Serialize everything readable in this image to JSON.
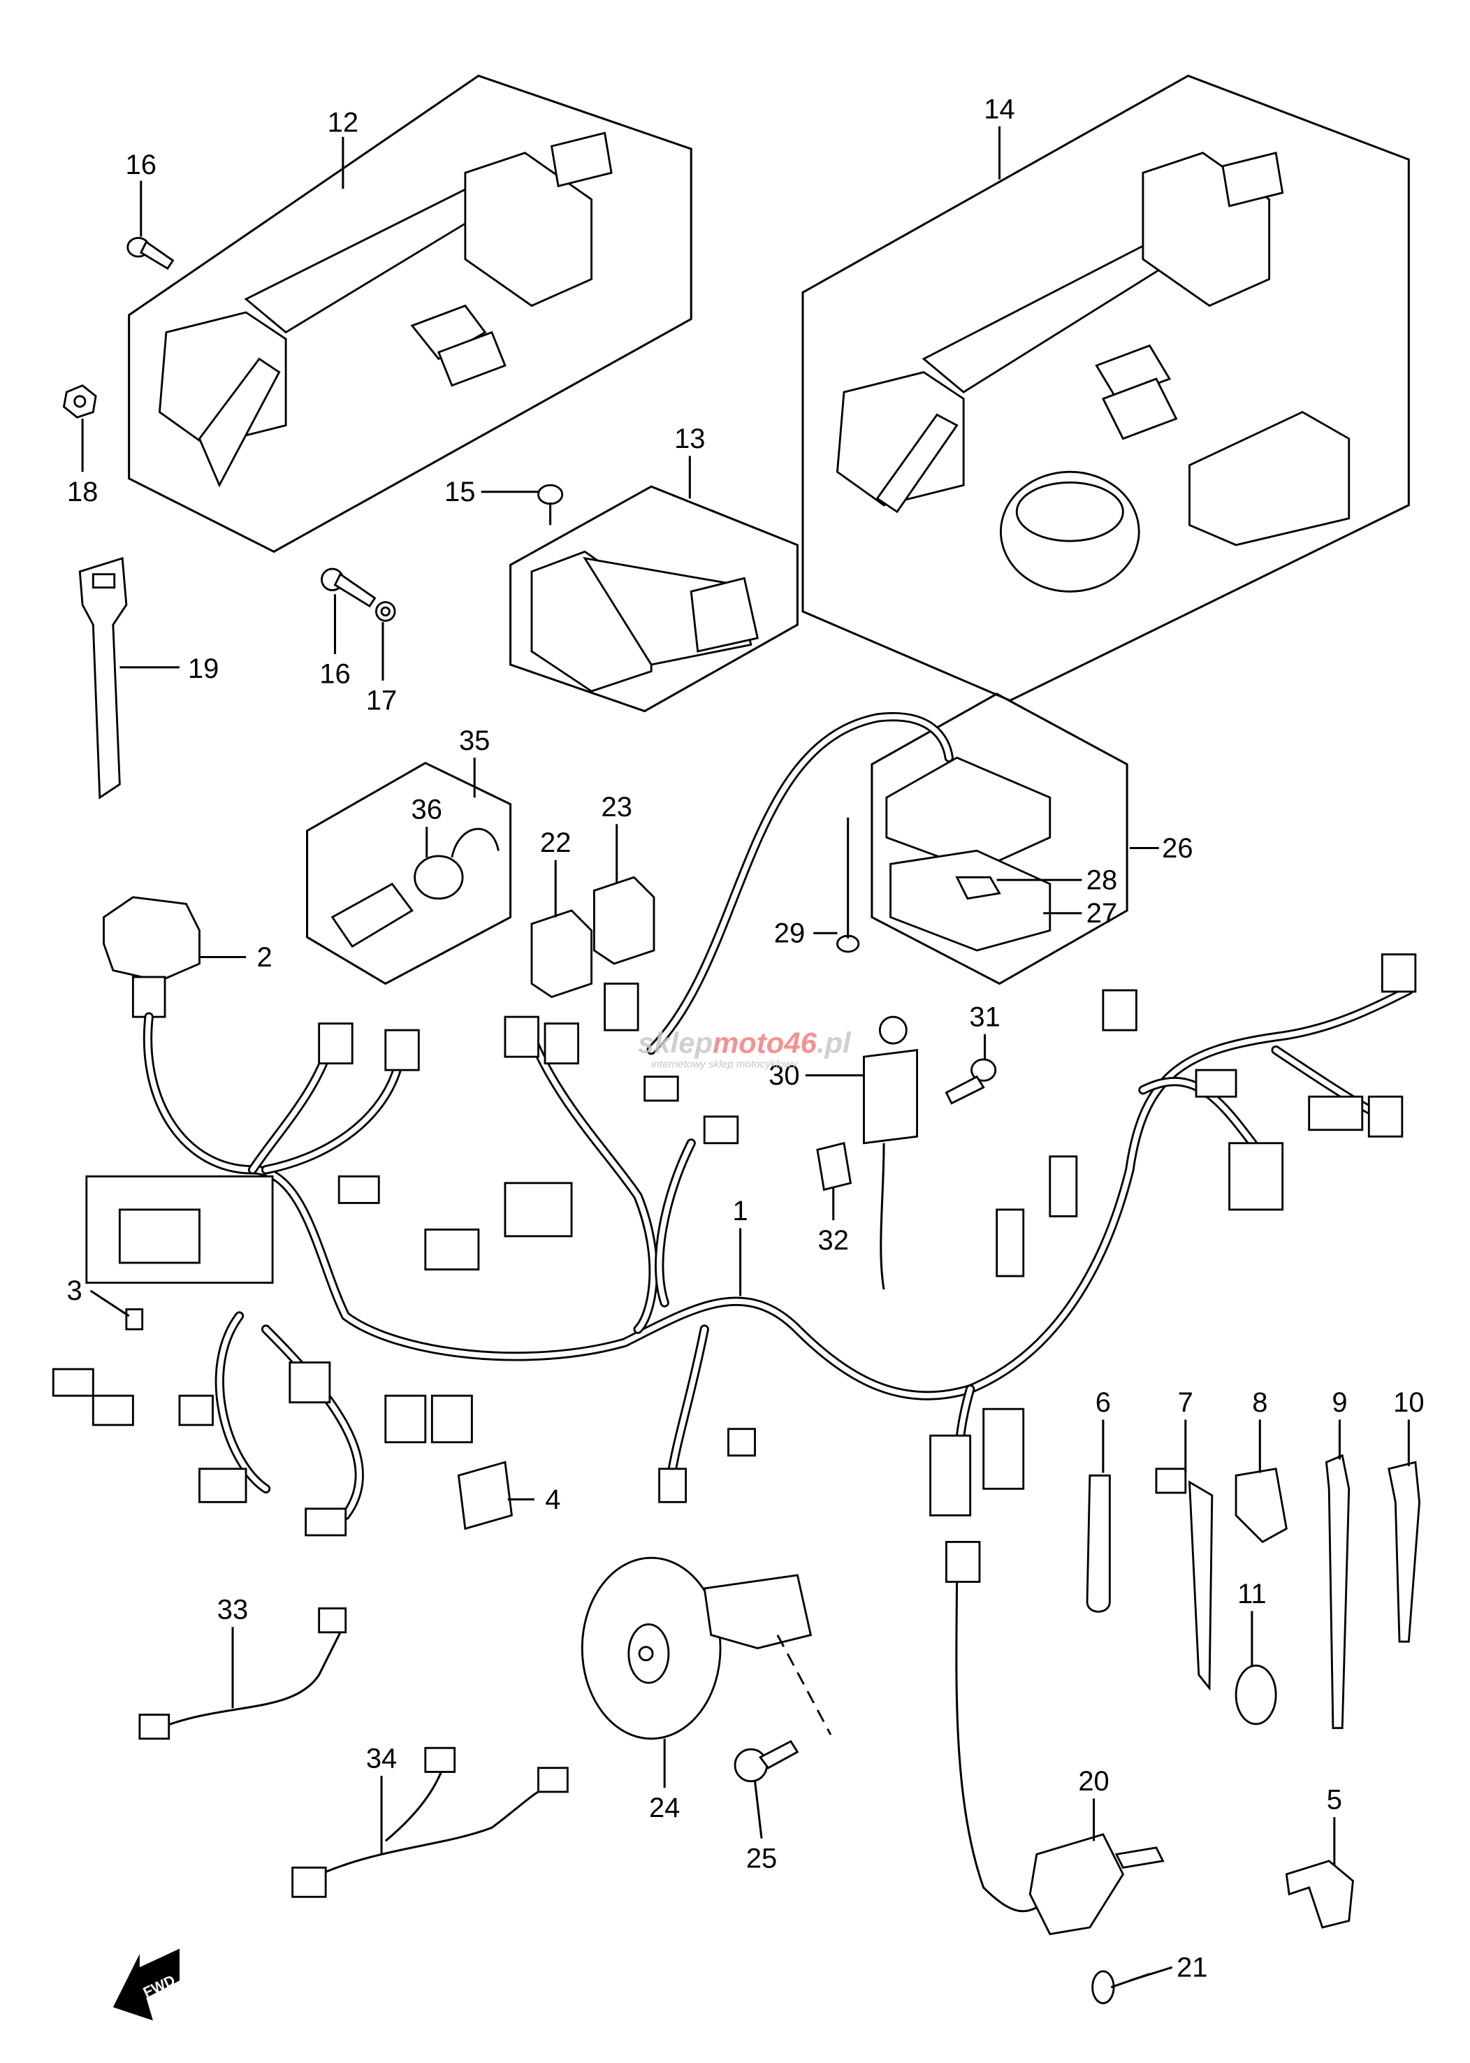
{
  "callouts": [
    "1",
    "2",
    "3",
    "4",
    "5",
    "6",
    "7",
    "8",
    "9",
    "10",
    "11",
    "12",
    "13",
    "14",
    "15",
    "16",
    "16",
    "17",
    "18",
    "19",
    "20",
    "21",
    "22",
    "23",
    "24",
    "25",
    "26",
    "27",
    "28",
    "29",
    "30",
    "31",
    "32",
    "33",
    "34",
    "35",
    "36"
  ],
  "watermark": {
    "brand_gray_1": "sklep",
    "brand_red": "moto",
    "brand_box": "46",
    "brand_gray_2": ".pl",
    "tagline": "internetowy sklep motocyklowy",
    "gray": "#c8c8c8",
    "red": "#f08080"
  },
  "fwd_arrow": {
    "label": "FWD"
  }
}
